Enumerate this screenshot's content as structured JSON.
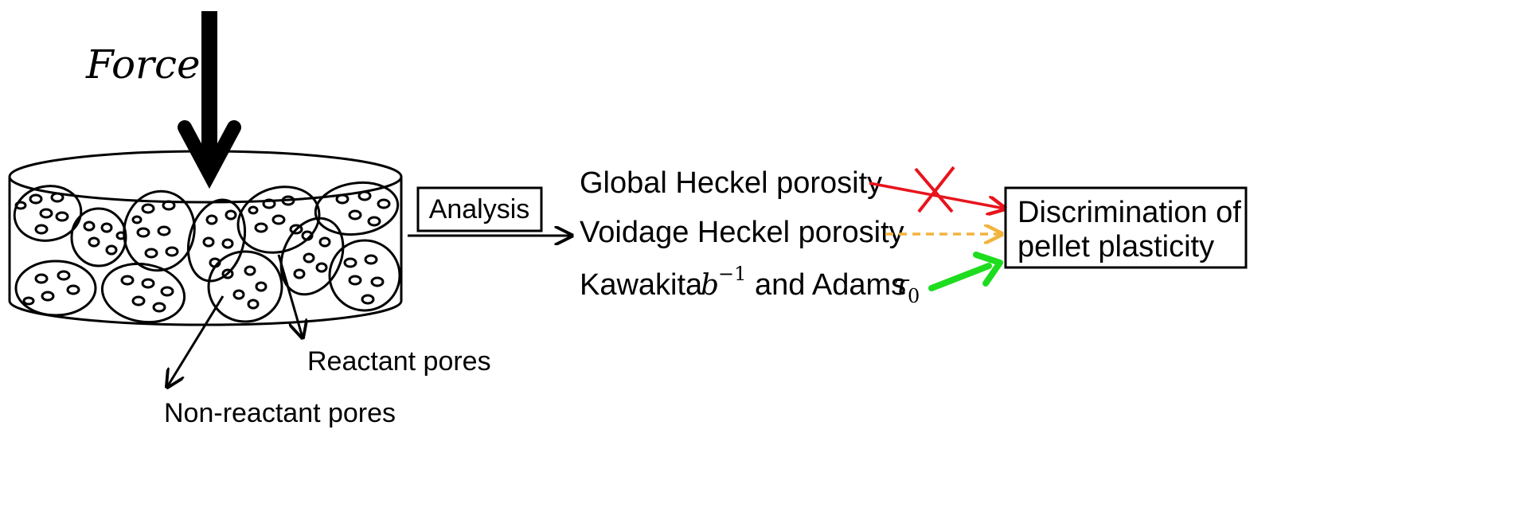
{
  "labels": {
    "force": "Force",
    "analysis": "Analysis",
    "reactant_pores": "Reactant pores",
    "non_reactant_pores": "Non-reactant pores",
    "global_heckel": "Global Heckel porosity",
    "voidage_heckel": "Voidage Heckel porosity",
    "kawakita_prefix": "Kawakita",
    "kawakita_b": "b",
    "kawakita_exp": "−1",
    "adams_mid": "and Adams",
    "adams_tau": "τ",
    "adams_sub": "0",
    "discrimination_line1": "Discrimination of",
    "discrimination_line2": "pellet plasticity"
  },
  "colors": {
    "ink": "#000000",
    "reject": "#e8141c",
    "dashed": "#f2b33d",
    "accept": "#1edc1e"
  }
}
